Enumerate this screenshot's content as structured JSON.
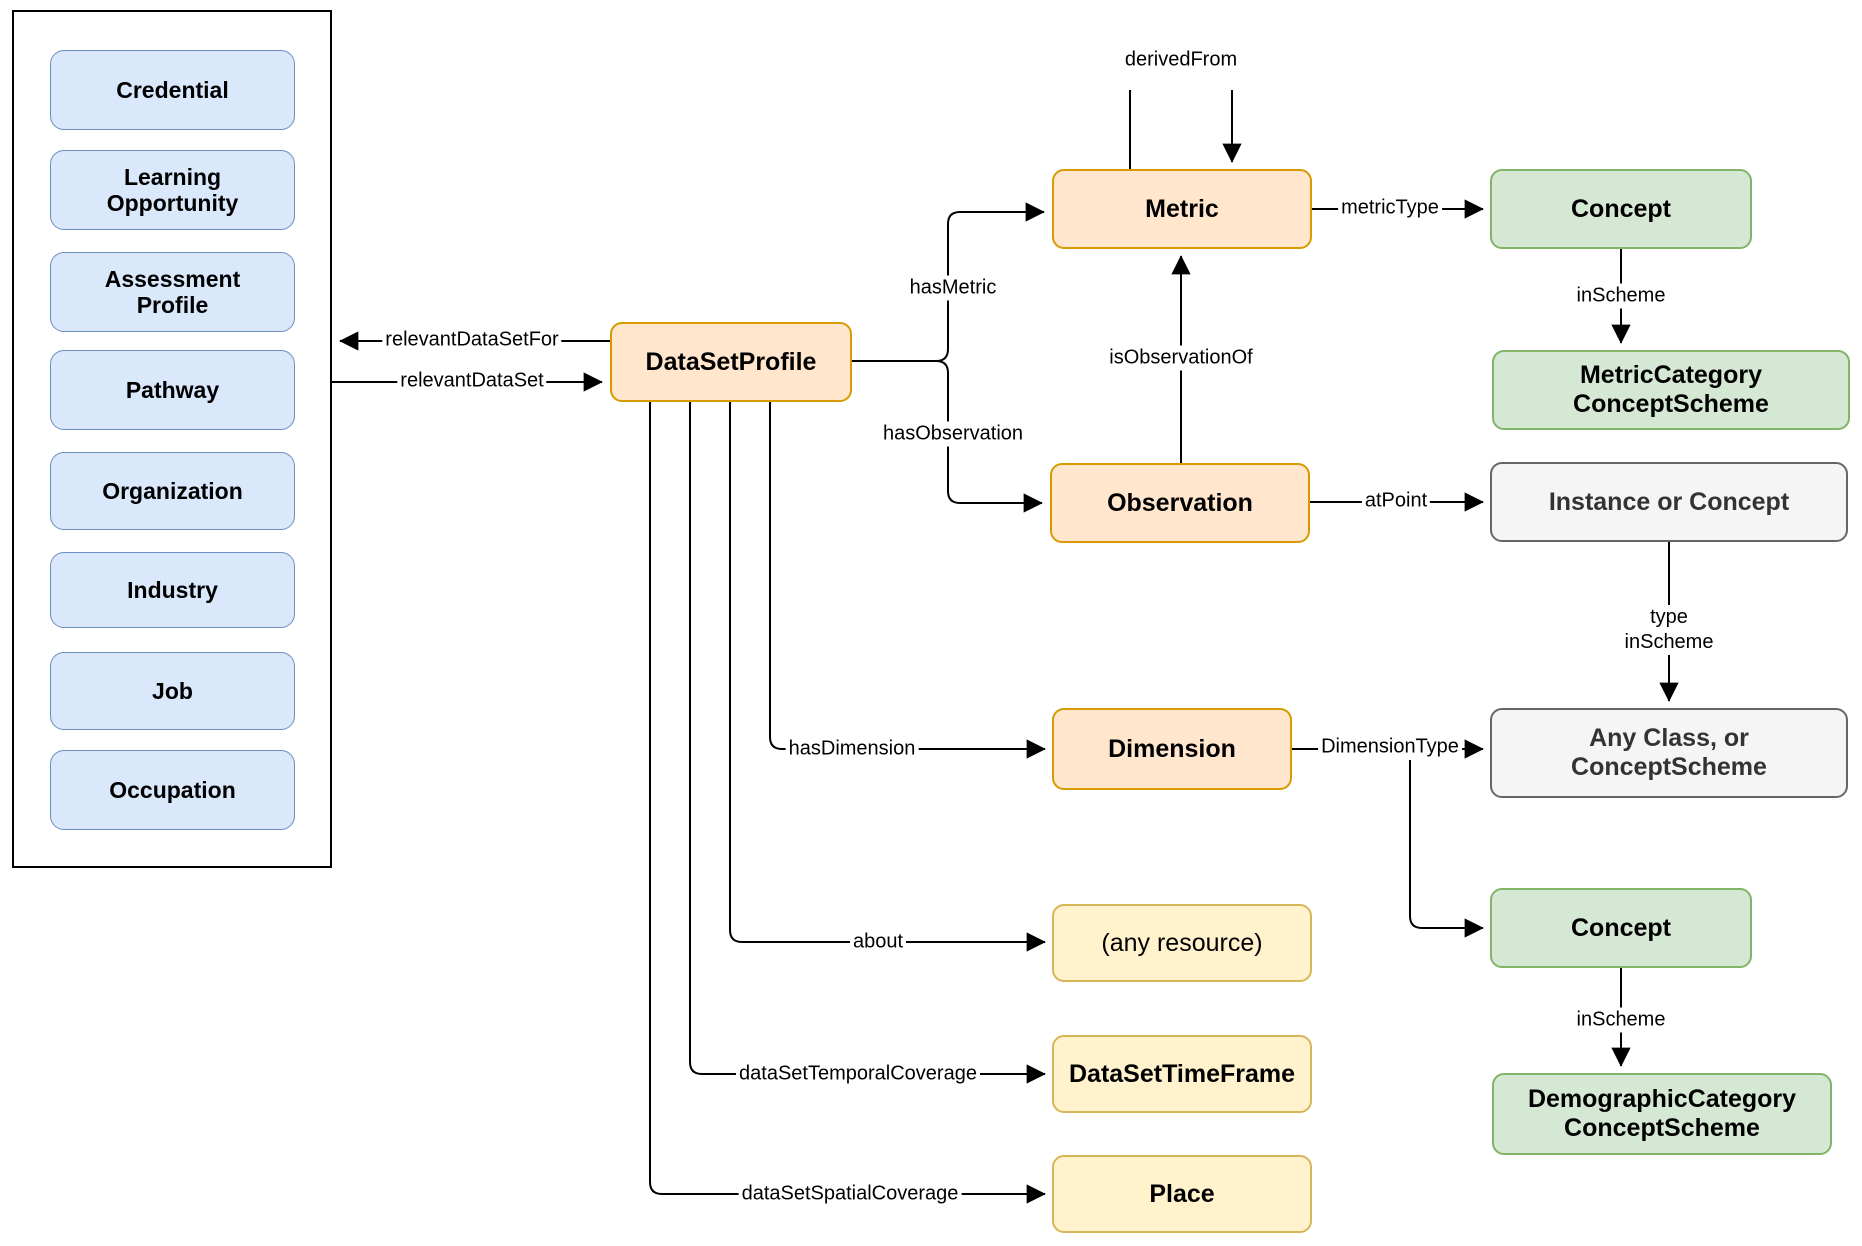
{
  "diagram": {
    "panel": {
      "items": [
        "Credential",
        "Learning\nOpportunity",
        "Assessment\nProfile",
        "Pathway",
        "Organization",
        "Industry",
        "Job",
        "Occupation"
      ]
    },
    "nodes": {
      "dataSetProfile": "DataSetProfile",
      "metric": "Metric",
      "observation": "Observation",
      "dimension": "Dimension",
      "conceptTop": "Concept",
      "metricCategoryConceptScheme": "MetricCategory\nConceptScheme",
      "instanceOrConcept": "Instance or Concept",
      "anyClassOrConceptScheme": "Any Class, or\nConceptScheme",
      "conceptBottom": "Concept",
      "demographicCategoryConceptScheme": "DemographicCategory\nConceptScheme",
      "anyResource": "(any resource)",
      "dataSetTimeFrame": "DataSetTimeFrame",
      "place": "Place"
    },
    "edges": {
      "relevantDataSetFor": "relevantDataSetFor",
      "relevantDataSet": "relevantDataSet",
      "hasMetric": "hasMetric",
      "hasObservation": "hasObservation",
      "derivedFrom": "derivedFrom",
      "isObservationOf": "isObservationOf",
      "metricType": "metricType",
      "inSchemeTop": "inScheme",
      "atPoint": "atPoint",
      "typeInScheme": "type\ninScheme",
      "hasDimension": "hasDimension",
      "dimensionType": "DimensionType",
      "about": "about",
      "dataSetTemporalCoverage": "dataSetTemporalCoverage",
      "dataSetSpatialCoverage": "dataSetSpatialCoverage",
      "inSchemeBottom": "inScheme"
    },
    "colors": {
      "blue_fill": "#dae8fc",
      "blue_stroke": "#6c8ebf",
      "orange_fill": "#ffe6cc",
      "orange_stroke": "#d79b00",
      "green_fill": "#d5e8d4",
      "green_stroke": "#82b366",
      "yellow_fill": "#fff2cc",
      "yellow_stroke": "#d6b656",
      "gray_fill": "#f5f5f5",
      "gray_stroke": "#666666",
      "edge_color": "#000000"
    }
  }
}
